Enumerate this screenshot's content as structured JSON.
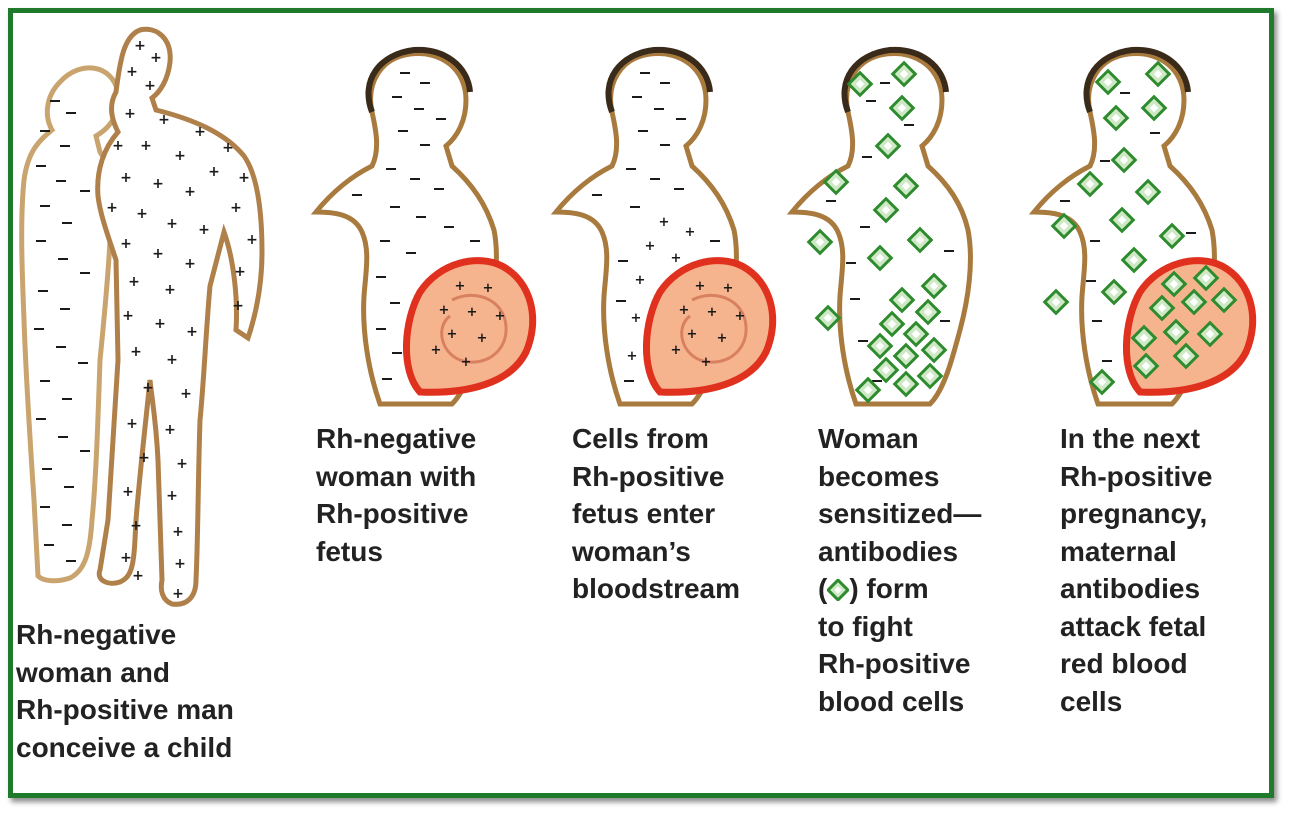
{
  "colors": {
    "frame": "#1f7a2c",
    "body_outline": "#a87a3e",
    "uterus_outline": "#e0301e",
    "uterus_fill": "#f6b48e",
    "antibody": "#2e8b2e",
    "antibody_fill": "#cfe9c6",
    "text": "#222222"
  },
  "symbols": {
    "rh_negative": "−",
    "rh_positive": "+",
    "antibody_icon": "diamond-antibody-icon"
  },
  "panels": [
    {
      "id": "conception",
      "caption": [
        "Rh-negative",
        "woman and",
        "Rh-positive man",
        "conceive a child"
      ]
    },
    {
      "id": "pregnancy",
      "caption": [
        "Rh-negative",
        "woman with",
        "Rh-positive",
        "fetus"
      ]
    },
    {
      "id": "cells-enter",
      "caption": [
        "Cells from",
        "Rh-positive",
        "fetus enter",
        "woman’s",
        "bloodstream"
      ]
    },
    {
      "id": "sensitized",
      "caption": [
        "Woman",
        "becomes",
        "sensitized—",
        "antibodies",
        "(",
        ") form",
        "to fight",
        "Rh-positive",
        "blood cells"
      ]
    },
    {
      "id": "next-pregnancy",
      "caption": [
        "In the next",
        "Rh-positive",
        "pregnancy,",
        "maternal",
        "antibodies",
        "attack fetal",
        "red blood",
        "cells"
      ]
    }
  ]
}
